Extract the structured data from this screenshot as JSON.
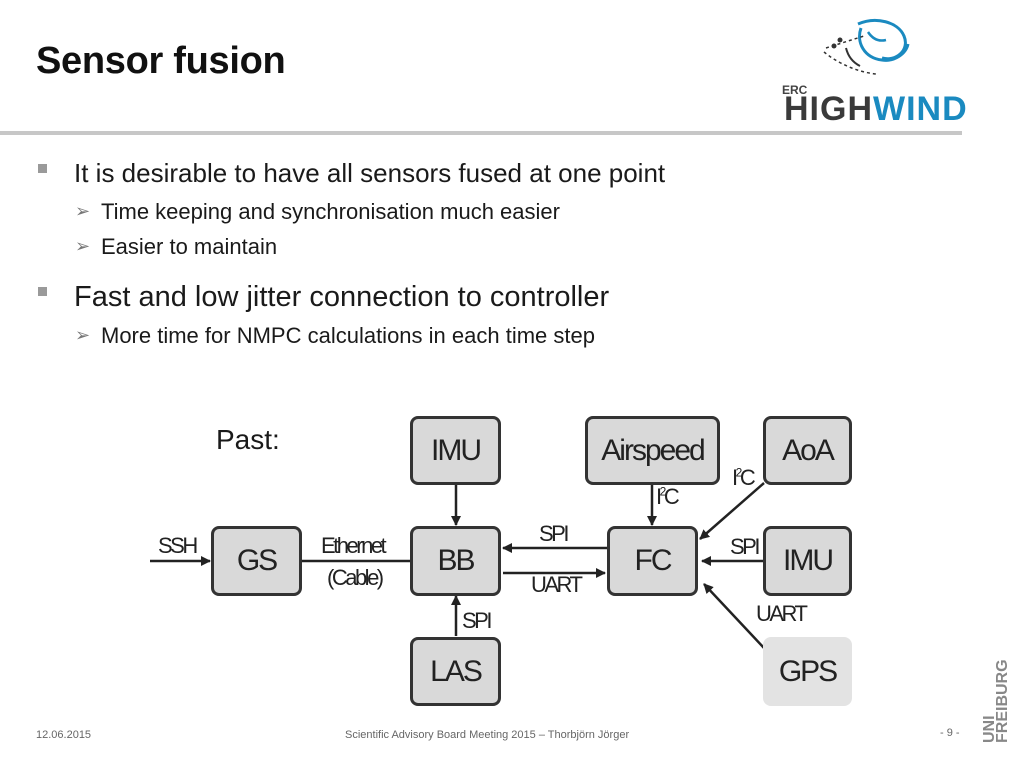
{
  "slide": {
    "title": "Sensor fusion",
    "logo": {
      "erc": "ERC",
      "high": "HIGH",
      "wind": "WIND"
    },
    "bullets": [
      {
        "text": "It is desirable to have all sensors fused at one point",
        "sub": [
          "Time keeping and synchronisation much easier",
          "Easier to maintain"
        ]
      },
      {
        "text": "Fast and low jitter connection to controller",
        "sub": [
          "More time for NMPC calculations in each time step"
        ]
      }
    ]
  },
  "diagram": {
    "caption": "Past:",
    "nodes": {
      "imu_top": "IMU",
      "airspeed": "Airspeed",
      "aoa": "AoA",
      "gs": "GS",
      "bb": "BB",
      "fc": "FC",
      "imu_right": "IMU",
      "las": "LAS",
      "gps": "GPS"
    },
    "labels": {
      "ssh": "SSH",
      "ethernet": "Ethernet",
      "cable": "(Cable)",
      "spi_bb_fc": "SPI",
      "uart_bb_fc": "UART",
      "spi_las": "SPI",
      "i2c_airspeed": "I",
      "i2c_airspeed_sup": "2",
      "i2c_airspeed_tail": "C",
      "i2c_aoa": "I",
      "i2c_aoa_sup": "2",
      "i2c_aoa_tail": "C",
      "spi_imu": "SPI",
      "uart_gps": "UART"
    }
  },
  "footer": {
    "date": "12.06.2015",
    "center": "Scientific Advisory Board Meeting 2015 – Thorbjörn Jörger",
    "page": "- 9 -",
    "uni_line1": "UNI",
    "uni_line2": "FREIBURG"
  }
}
